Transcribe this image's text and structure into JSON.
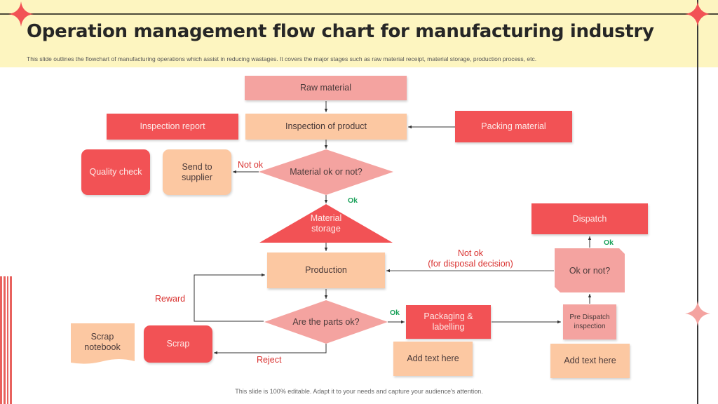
{
  "header": {
    "title": "Operation management flow chart for manufacturing industry",
    "subtitle": "This slide outlines the  flowchart of manufacturing operations which assist in reducing wastages. It covers the major stages such as raw material receipt, material storage, production process, etc."
  },
  "footer": "This slide is 100% editable. Adapt it to your needs and capture your audience's attention.",
  "colors": {
    "band": "#fdf5c0",
    "red": "#f25255",
    "pink": "#f4a3a0",
    "peach": "#fcc8a2",
    "label_red": "#d9312f",
    "label_green": "#1aa15a",
    "star": "#f25255"
  },
  "nodes": {
    "raw_material": "Raw material",
    "inspection_report": "Inspection report",
    "inspection_of_product": "Inspection of product",
    "packing_material": "Packing material",
    "quality_check": "Quality check",
    "send_to_supplier": "Send to supplier",
    "material_ok": "Material ok or not?",
    "material_storage": "Material storage",
    "production": "Production",
    "parts_ok": "Are the parts ok?",
    "scrap": "Scrap",
    "scrap_notebook": "Scrap notebook",
    "packaging_labelling": "Packaging & labelling",
    "add_text_1": "Add text here",
    "pre_dispatch": "Pre Dispatch inspection",
    "add_text_2": "Add text here",
    "ok_or_not": "Ok or not?",
    "dispatch": "Dispatch"
  },
  "edge_labels": {
    "not_ok_material": "Not ok",
    "ok_material": "Ok",
    "not_ok_disposal_1": "Not ok",
    "not_ok_disposal_2": "(for disposal decision)",
    "reward": "Reward",
    "reject": "Reject",
    "ok_parts": "Ok",
    "ok_dispatch": "Ok"
  },
  "icons": {
    "decorative_star": "four-point-star",
    "side_stripes": "vertical-stripes"
  }
}
